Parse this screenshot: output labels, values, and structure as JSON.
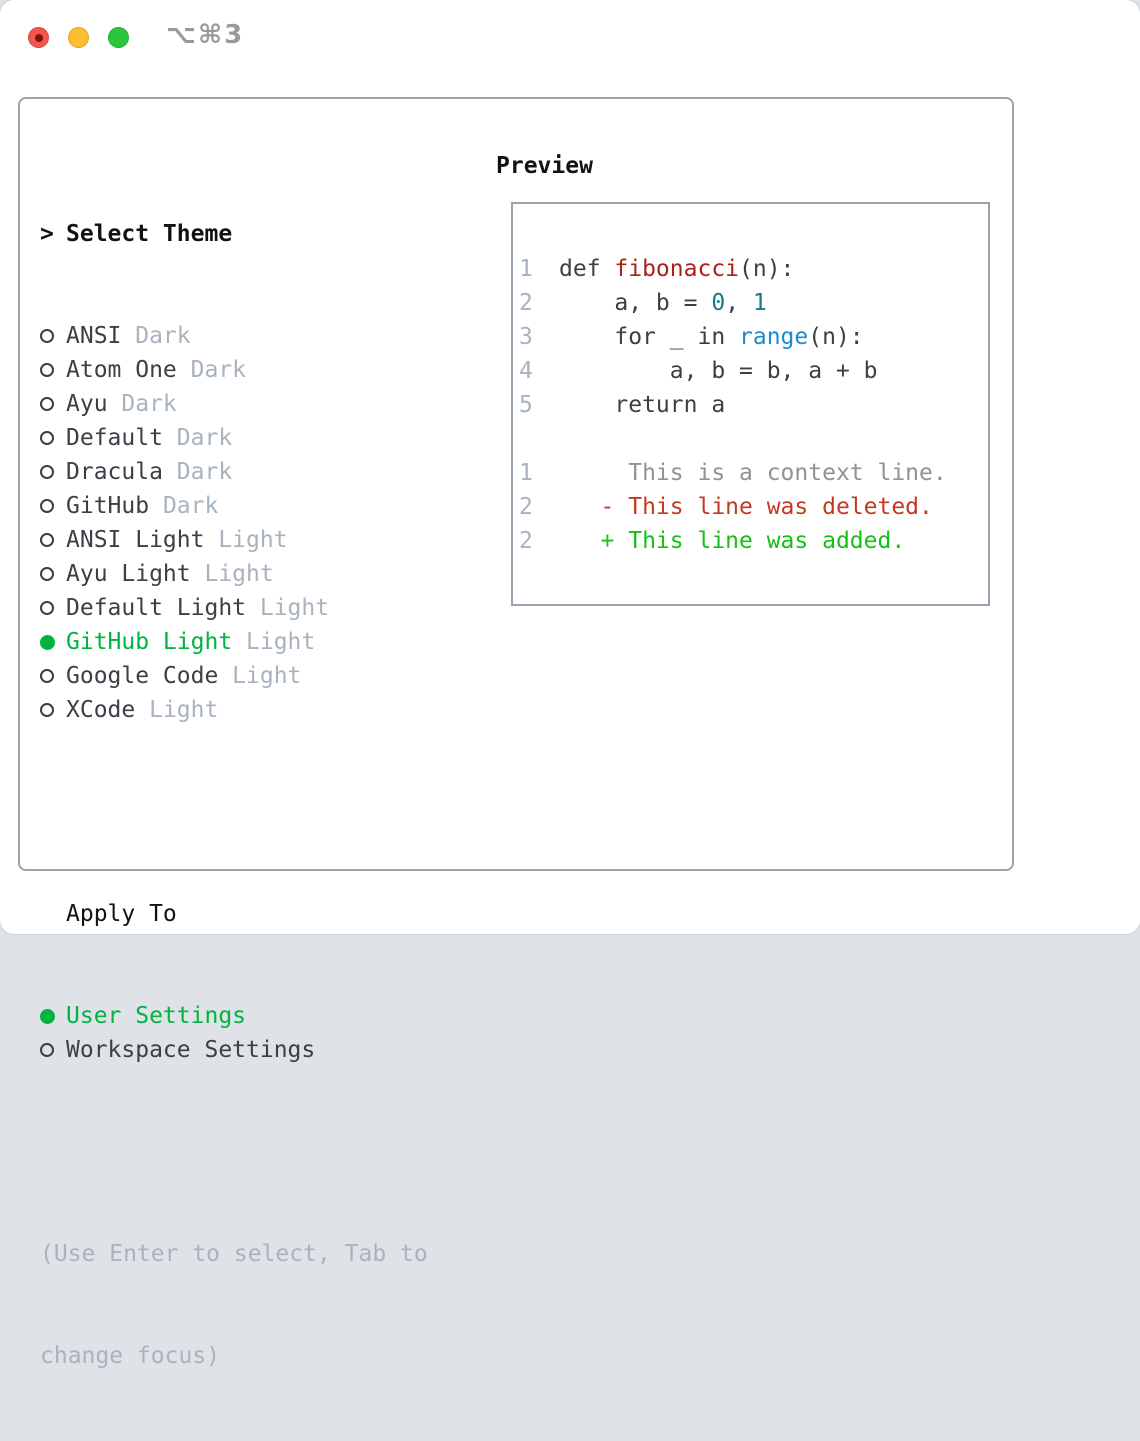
{
  "window": {
    "title": "⌥⌘3"
  },
  "colors": {
    "fg": "#3b4046",
    "heading": "#101215",
    "muted": "#a9b2bf",
    "line_number": "#a9b2bf",
    "context_gray": "#8f9397",
    "deleted_red": "#c33a23",
    "added_green": "#14c114",
    "selected_green": "#00b342",
    "function_red": "#ad211b",
    "number_teal": "#0e7f83",
    "call_blue": "#1b8bca",
    "panel_border": "#9aa3ad",
    "titlebar_text": "#98999b",
    "traffic_red": "#f4564e",
    "traffic_red_dot": "#7d130c",
    "traffic_yellow": "#fcbd2f",
    "traffic_green": "#2bc63d"
  },
  "theme_list": {
    "prompt": ">",
    "header": "Select Theme",
    "items": [
      {
        "name": "ANSI",
        "variant": "Dark",
        "selected": false
      },
      {
        "name": "Atom One",
        "variant": "Dark",
        "selected": false
      },
      {
        "name": "Ayu",
        "variant": "Dark",
        "selected": false
      },
      {
        "name": "Default",
        "variant": "Dark",
        "selected": false
      },
      {
        "name": "Dracula",
        "variant": "Dark",
        "selected": false
      },
      {
        "name": "GitHub",
        "variant": "Dark",
        "selected": false
      },
      {
        "name": "ANSI Light",
        "variant": "Light",
        "selected": false
      },
      {
        "name": "Ayu Light",
        "variant": "Light",
        "selected": false
      },
      {
        "name": "Default Light",
        "variant": "Light",
        "selected": false
      },
      {
        "name": "GitHub Light",
        "variant": "Light",
        "selected": true
      },
      {
        "name": "Google Code",
        "variant": "Light",
        "selected": false
      },
      {
        "name": "XCode",
        "variant": "Light",
        "selected": false
      }
    ]
  },
  "apply_to": {
    "header": "Apply To",
    "items": [
      {
        "name": "User Settings",
        "selected": true
      },
      {
        "name": "Workspace Settings",
        "selected": false
      }
    ]
  },
  "hint": {
    "line1": "(Use Enter to select, Tab to",
    "line2": "change focus)"
  },
  "preview": {
    "header": "Preview",
    "lines": [
      {
        "num": "1",
        "segments": [
          {
            "t": "def ",
            "c": "fg"
          },
          {
            "t": "fibonacci",
            "c": "func"
          },
          {
            "t": "(n):",
            "c": "fg"
          }
        ]
      },
      {
        "num": "2",
        "segments": [
          {
            "t": "    a, b = ",
            "c": "fg"
          },
          {
            "t": "0",
            "c": "num"
          },
          {
            "t": ", ",
            "c": "fg"
          },
          {
            "t": "1",
            "c": "num"
          }
        ]
      },
      {
        "num": "3",
        "segments": [
          {
            "t": "    for _ in ",
            "c": "fg"
          },
          {
            "t": "range",
            "c": "call"
          },
          {
            "t": "(n):",
            "c": "fg"
          }
        ]
      },
      {
        "num": "4",
        "segments": [
          {
            "t": "        a, b = b, a + b",
            "c": "fg"
          }
        ]
      },
      {
        "num": "5",
        "segments": [
          {
            "t": "    return a",
            "c": "fg"
          }
        ]
      },
      {
        "num": "",
        "segments": []
      },
      {
        "num": "1",
        "segments": [
          {
            "t": "     This is a context line.",
            "c": "ctx"
          }
        ]
      },
      {
        "num": "2",
        "segments": [
          {
            "t": "   - This line was deleted.",
            "c": "del"
          }
        ]
      },
      {
        "num": "2",
        "segments": [
          {
            "t": "   + This line was added.",
            "c": "add"
          }
        ]
      }
    ]
  }
}
